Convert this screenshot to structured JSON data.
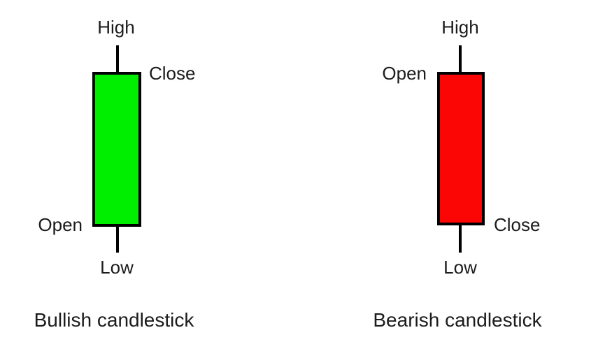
{
  "colors": {
    "background": "#ffffff",
    "text": "#1c1c1c",
    "outline": "#000000",
    "bullish_body": "#00ee00",
    "bearish_body": "#fb0505"
  },
  "bullish": {
    "high_label": "High",
    "close_label": "Close",
    "open_label": "Open",
    "low_label": "Low",
    "caption": "Bullish candlestick"
  },
  "bearish": {
    "high_label": "High",
    "open_label": "Open",
    "close_label": "Close",
    "low_label": "Low",
    "caption": "Bearish candlestick"
  }
}
